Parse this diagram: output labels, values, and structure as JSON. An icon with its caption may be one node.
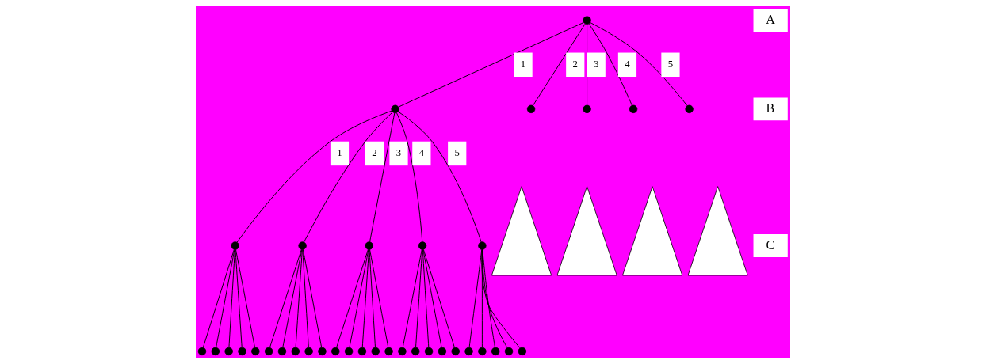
{
  "diagram": {
    "nodes": [
      {
        "text": [],
        "shape": "circle"
      },
      {
        "text": [],
        "shape": "circle"
      },
      {
        "text": [],
        "shape": "circle"
      },
      {
        "text": [],
        "shape": "circle"
      },
      {
        "text": [],
        "shape": "circle"
      },
      {
        "text": [],
        "shape": "circle"
      },
      {
        "text": [],
        "shape": "triangle"
      },
      {
        "text": [],
        "shape": "triangle"
      },
      {
        "text": [],
        "shape": "triangle"
      },
      {
        "text": [],
        "shape": "triangle"
      },
      {
        "text": [],
        "shape": "circle"
      },
      {
        "text": [],
        "shape": "circle"
      },
      {
        "text": [],
        "shape": "circle"
      },
      {
        "text": [],
        "shape": "circle"
      },
      {
        "text": [],
        "shape": "circle"
      },
      {
        "text": [],
        "shape": "circle"
      },
      {
        "text": [],
        "shape": "circle"
      },
      {
        "text": [],
        "shape": "circle"
      },
      {
        "text": [],
        "shape": "circle"
      },
      {
        "text": [],
        "shape": "circle"
      },
      {
        "text": [],
        "shape": "circle"
      },
      {
        "text": [],
        "shape": "circle"
      },
      {
        "text": [],
        "shape": "circle"
      },
      {
        "text": [],
        "shape": "circle"
      },
      {
        "text": [],
        "shape": "circle"
      },
      {
        "text": [],
        "shape": "circle"
      },
      {
        "text": [],
        "shape": "circle"
      },
      {
        "text": [],
        "shape": "circle"
      },
      {
        "text": [],
        "shape": "circle"
      },
      {
        "text": [],
        "shape": "circle"
      },
      {
        "text": [],
        "shape": "circle"
      },
      {
        "text": [],
        "shape": "circle"
      },
      {
        "text": [],
        "shape": "circle"
      },
      {
        "text": [],
        "shape": "circle"
      },
      {
        "text": [],
        "shape": "circle"
      },
      {
        "text": [],
        "shape": "circle"
      },
      {
        "text": [],
        "shape": "circle"
      },
      {
        "text": [],
        "shape": "circle"
      },
      {
        "text": [],
        "shape": "circle"
      },
      {
        "text": [],
        "shape": "circle"
      }
    ],
    "edges": [
      {
        "from": 0,
        "to": 1,
        "arrow": "none",
        "label": "1"
      },
      {
        "from": 0,
        "to": 2,
        "arrow": "none",
        "label": "2"
      },
      {
        "from": 0,
        "to": 3,
        "arrow": "none",
        "label": "3"
      },
      {
        "from": 0,
        "to": 4,
        "arrow": "none",
        "label": "4"
      },
      {
        "from": 0,
        "to": 5,
        "arrow": "none",
        "label": "5"
      },
      {
        "from": 1,
        "to": 10,
        "arrow": "none",
        "label": "1"
      },
      {
        "from": 1,
        "to": 11,
        "arrow": "none",
        "label": "2"
      },
      {
        "from": 1,
        "to": 12,
        "arrow": "none",
        "label": "3"
      },
      {
        "from": 1,
        "to": 13,
        "arrow": "none",
        "label": "4"
      },
      {
        "from": 1,
        "to": 14,
        "arrow": "none",
        "label": "5"
      },
      {
        "from": 10,
        "to": 15,
        "arrow": "none"
      },
      {
        "from": 10,
        "to": 16,
        "arrow": "none"
      },
      {
        "from": 10,
        "to": 17,
        "arrow": "none"
      },
      {
        "from": 10,
        "to": 18,
        "arrow": "none"
      },
      {
        "from": 10,
        "to": 19,
        "arrow": "none"
      },
      {
        "from": 11,
        "to": 20,
        "arrow": "none"
      },
      {
        "from": 11,
        "to": 21,
        "arrow": "none"
      },
      {
        "from": 11,
        "to": 22,
        "arrow": "none"
      },
      {
        "from": 11,
        "to": 23,
        "arrow": "none"
      },
      {
        "from": 11,
        "to": 24,
        "arrow": "none"
      },
      {
        "from": 12,
        "to": 25,
        "arrow": "none"
      },
      {
        "from": 12,
        "to": 26,
        "arrow": "none"
      },
      {
        "from": 12,
        "to": 27,
        "arrow": "none"
      },
      {
        "from": 12,
        "to": 28,
        "arrow": "none"
      },
      {
        "from": 12,
        "to": 29,
        "arrow": "none"
      },
      {
        "from": 13,
        "to": 30,
        "arrow": "none"
      },
      {
        "from": 13,
        "to": 31,
        "arrow": "none"
      },
      {
        "from": 13,
        "to": 32,
        "arrow": "none"
      },
      {
        "from": 13,
        "to": 33,
        "arrow": "none"
      },
      {
        "from": 13,
        "to": 34,
        "arrow": "none"
      },
      {
        "from": 14,
        "to": 35,
        "arrow": "none"
      },
      {
        "from": 14,
        "to": 36,
        "arrow": "none"
      },
      {
        "from": 14,
        "to": 37,
        "arrow": "none"
      },
      {
        "from": 14,
        "to": 38,
        "arrow": "none"
      },
      {
        "from": 14,
        "to": 39,
        "arrow": "none"
      }
    ],
    "labels": [
      "A",
      "B",
      "C"
    ]
  }
}
